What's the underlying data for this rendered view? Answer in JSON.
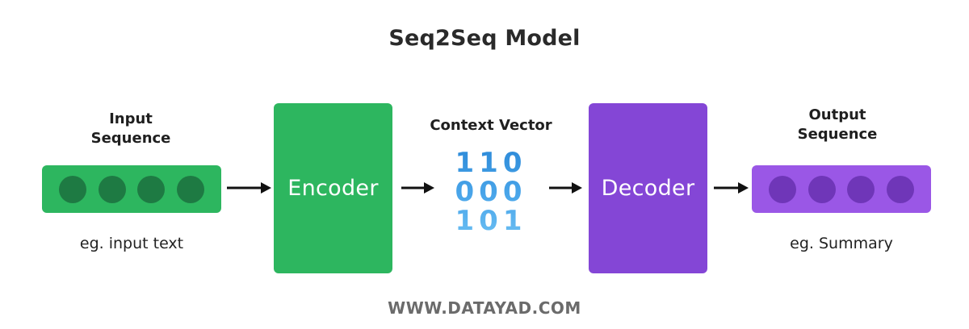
{
  "diagram": {
    "title": "Seq2Seq Model",
    "input": {
      "label_line1": "Input",
      "label_line2": "Sequence",
      "caption": "eg. input text",
      "token_count": 4,
      "color": "#2db65f"
    },
    "encoder": {
      "label": "Encoder",
      "color": "#2db65f"
    },
    "context_vector": {
      "label": "Context Vector",
      "rows": [
        "110",
        "000",
        "101"
      ],
      "color": "#3f9fe4"
    },
    "decoder": {
      "label": "Decoder",
      "color": "#8446d6"
    },
    "output": {
      "label_line1": "Output",
      "label_line2": "Sequence",
      "caption": "eg. Summary",
      "token_count": 4,
      "color": "#9a57e6"
    },
    "footer": "WWW.DATAYAD.COM"
  }
}
